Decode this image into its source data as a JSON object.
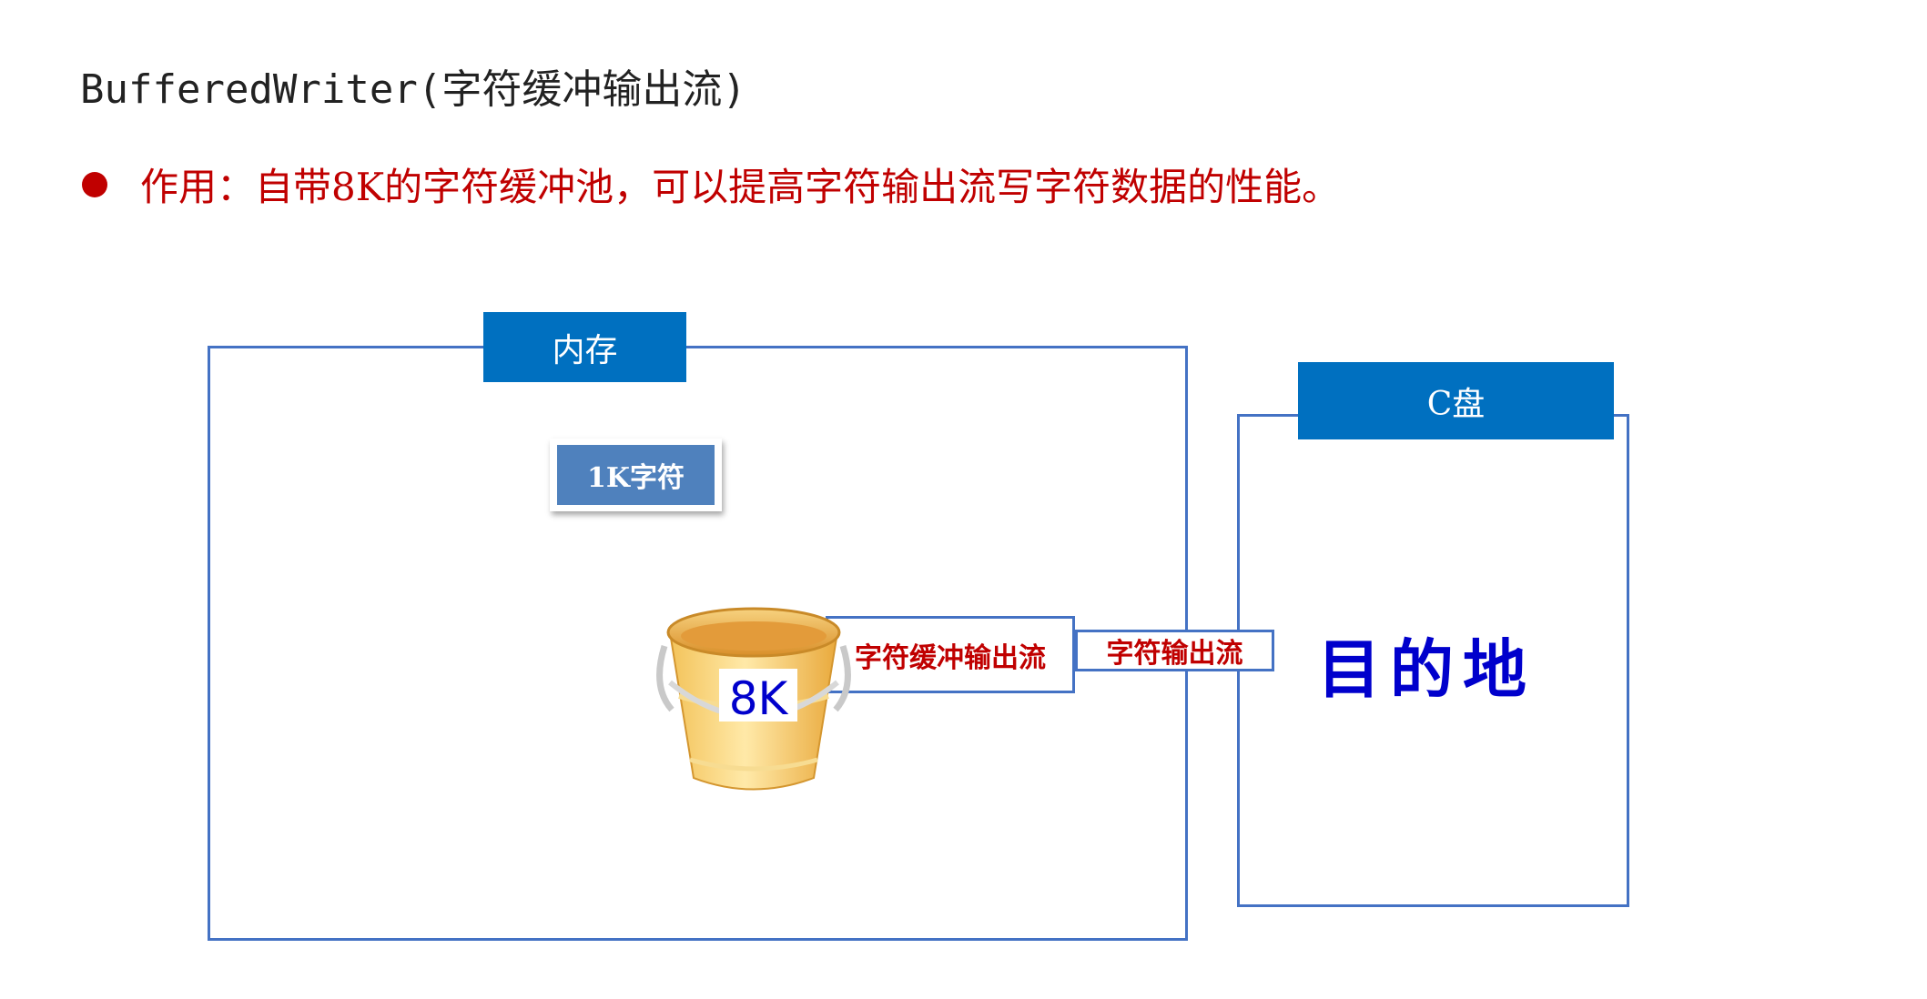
{
  "slide": {
    "title": "BufferedWriter(字符缓冲输出流)",
    "bullet": "作用：自带8K的字符缓冲池，可以提高字符输出流写字符数据的性能。"
  },
  "diagram": {
    "memory_label": "内存",
    "disk_label": "C盘",
    "chip_label": "1K字符",
    "bucket_label": "8K",
    "buffered_stream_label": "字符缓冲输出流",
    "char_stream_label": "字符输出流",
    "destination_label": "目的地"
  },
  "colors": {
    "accent_red": "#c00000",
    "tab_blue": "#0070c0",
    "border_blue": "#4472c4",
    "chip_blue": "#4f81bd",
    "handwritten_blue": "#0000cc"
  }
}
